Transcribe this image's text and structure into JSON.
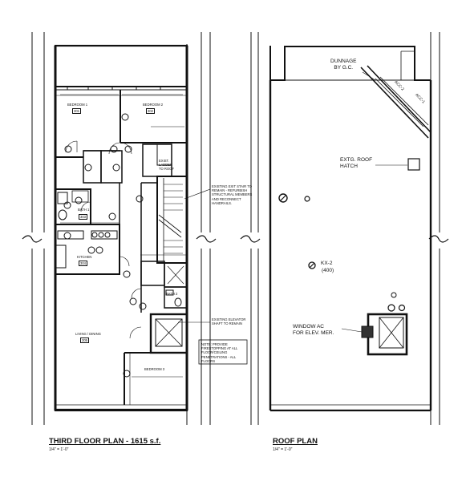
{
  "titles": {
    "third_floor": "THIRD FLOOR PLAN - 1615 s.f.",
    "third_floor_scale": "1/4\" = 1'-0\"",
    "roof": "ROOF PLAN",
    "roof_scale": "1/4\" = 1'-0\""
  },
  "third_floor_rooms": {
    "bedroom1": "BEDROOM 1",
    "bedroom1_num": "301",
    "bedroom2": "BEDROOM 2",
    "bedroom2_num": "302",
    "bath1": "BATH 1",
    "bath1_num": "303",
    "kitchen": "KITCHEN",
    "kitchen_num": "304",
    "living": "LIVING / DINING",
    "living_num": "305",
    "bedroom3": "BEDROOM 3",
    "bath2": "BATH 2"
  },
  "third_floor_notes": {
    "stair": "EXISTING EXIT STAIR TO REMAIN - REFURBISH STRUCTURAL MEMBERS AND RECONNECT HANDRAILS.",
    "ladder": "EXIST. LADDER TO ROOF",
    "elevator": "EXISTING ELEVATOR SHAFT TO REMAIN",
    "firestop": "NOTE: PROVIDE FIRESTOPPING AT ALL FLOOR/CEILING PENETRATIONS - ALL FLOORS"
  },
  "roof_notes": {
    "dunnage": "DUNNAGE\nBY G.C.",
    "hatch": "EXTG. ROOF\nHATCH",
    "kx2": "KX-2",
    "kx2_sub": "(400)",
    "window_ac": "WINDOW AC\nFOR ELEV. MER.",
    "acc1": "ACC-1",
    "acc2": "ACC-2"
  }
}
